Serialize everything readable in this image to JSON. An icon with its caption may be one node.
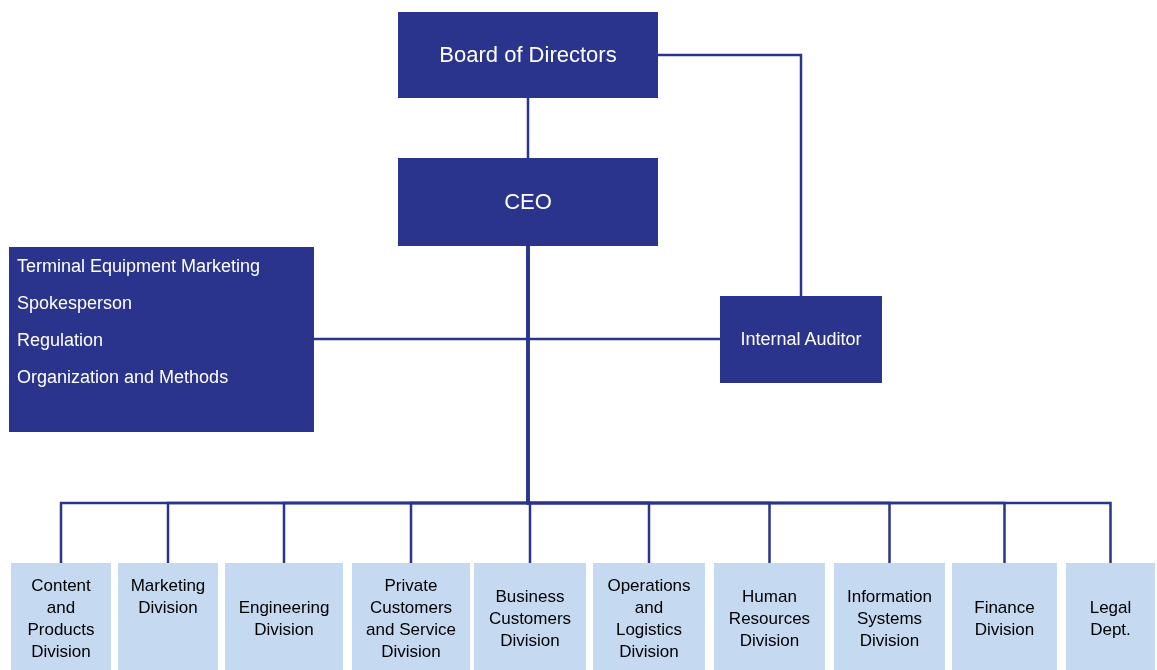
{
  "diagram": {
    "nodes": [
      {
        "text": [
          "Board of Directors"
        ]
      },
      {
        "text": [
          "CEO"
        ]
      },
      {
        "text": [
          "Terminal Equipment Marketing",
          "Spokesperson",
          "Regulation",
          "Organization and Methods"
        ]
      },
      {
        "text": [
          "Internal Auditor"
        ]
      },
      {
        "text": [
          "Content and Products Division"
        ]
      },
      {
        "text": [
          "Marketing Division"
        ]
      },
      {
        "text": [
          "Engineering Division"
        ]
      },
      {
        "text": [
          "Private Customers and Service Division"
        ]
      },
      {
        "text": [
          "Business Customers Division"
        ]
      },
      {
        "text": [
          "Operations and Logistics Division"
        ]
      },
      {
        "text": [
          "Human Resources Division"
        ]
      },
      {
        "text": [
          "Information Systems Division"
        ]
      },
      {
        "text": [
          "Finance Division"
        ]
      },
      {
        "text": [
          "Legal Dept."
        ]
      }
    ],
    "edges": [
      {
        "from": 0,
        "to": 1,
        "arrow": "none"
      },
      {
        "from": 0,
        "to": 3,
        "arrow": "none"
      },
      {
        "from": 1,
        "to": 2,
        "arrow": "none"
      },
      {
        "from": 1,
        "to": 3,
        "arrow": "none"
      },
      {
        "from": 1,
        "to": 4,
        "arrow": "none"
      },
      {
        "from": 1,
        "to": 5,
        "arrow": "none"
      },
      {
        "from": 1,
        "to": 6,
        "arrow": "none"
      },
      {
        "from": 1,
        "to": 7,
        "arrow": "none"
      },
      {
        "from": 1,
        "to": 8,
        "arrow": "none"
      },
      {
        "from": 1,
        "to": 9,
        "arrow": "none"
      },
      {
        "from": 1,
        "to": 10,
        "arrow": "none"
      },
      {
        "from": 1,
        "to": 11,
        "arrow": "none"
      },
      {
        "from": 1,
        "to": 12,
        "arrow": "none"
      },
      {
        "from": 1,
        "to": 13,
        "arrow": "none"
      }
    ]
  }
}
